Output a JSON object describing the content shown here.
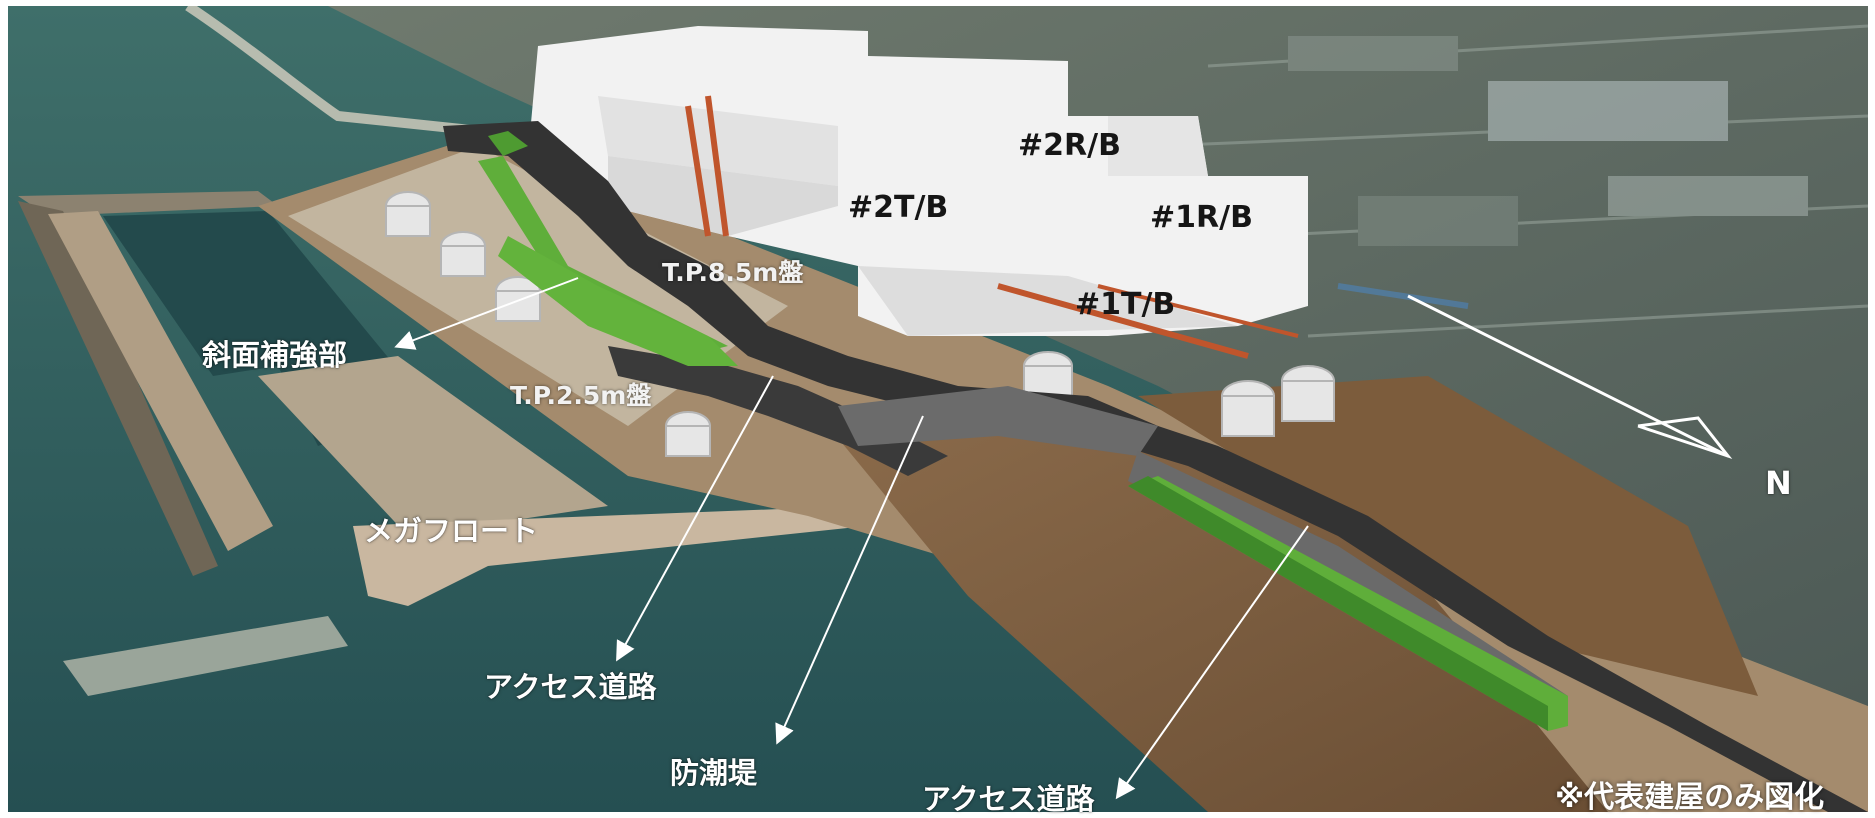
{
  "labels": {
    "slope_reinforcement": "斜面補強部",
    "megafloat": "メガフロート",
    "access_road_1": "アクセス道路",
    "access_road_2": "アクセス道路",
    "seawall": "防潮堤",
    "tp85": "T.P.8.5m盤",
    "tp25": "T.P.2.5m盤"
  },
  "buildings": {
    "b2rb": "#2R/B",
    "b2tb": "#2T/B",
    "b1rb": "#1R/B",
    "b1tb": "#1T/B"
  },
  "compass": {
    "north": "N"
  },
  "note": "※代表建屋のみ図化",
  "colors": {
    "sea": "#2e5f5f",
    "wall_green": "#5fae3a",
    "road_dark": "#3a3a3a",
    "building": "#eeeeee"
  },
  "icons": [
    "compass-arrow-icon"
  ]
}
